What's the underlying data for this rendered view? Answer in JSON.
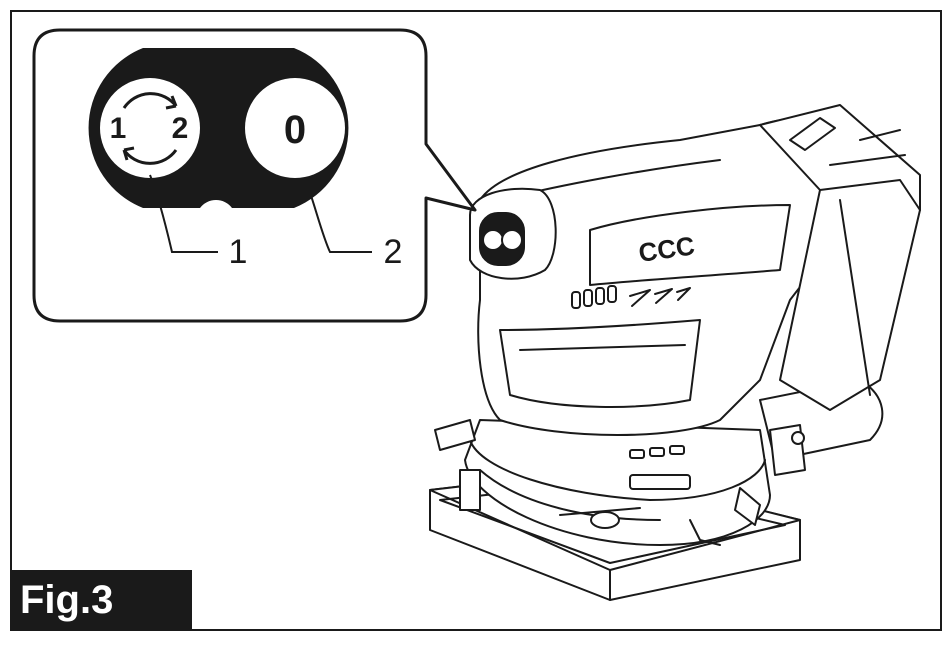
{
  "figure": {
    "label": "Fig.3"
  },
  "callout": {
    "left_button": {
      "marks": [
        "1",
        "2"
      ]
    },
    "right_button": {
      "mark": "0"
    },
    "leaders": [
      {
        "label": "1"
      },
      {
        "label": "2"
      }
    ]
  },
  "tool": {
    "badge_text": "CCC"
  }
}
